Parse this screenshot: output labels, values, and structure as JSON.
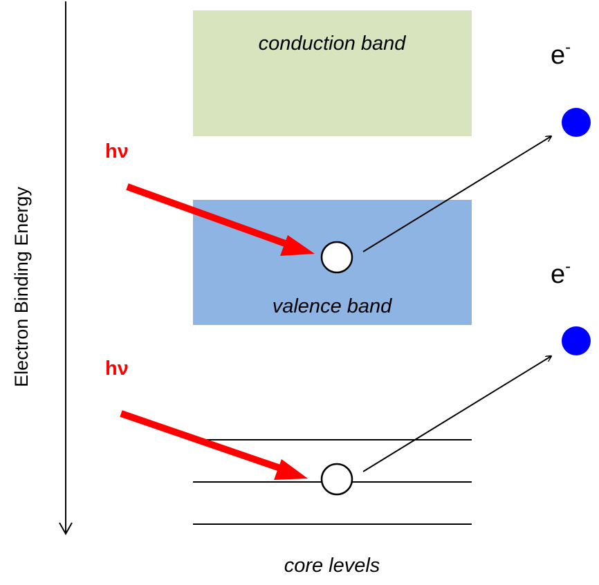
{
  "axis": {
    "label": "Electron Binding Energy"
  },
  "bands": {
    "conduction": {
      "label": "conduction band",
      "color": "#d7e4bd"
    },
    "valence": {
      "label": "valence band",
      "color": "#8eb4e3"
    }
  },
  "core": {
    "label": "core levels"
  },
  "photons": [
    {
      "label": "hν",
      "color": "#ff0000"
    },
    {
      "label": "hν",
      "color": "#ff0000"
    }
  ],
  "electrons": [
    {
      "label": "e",
      "superscript": "-",
      "color": "#0000ff"
    },
    {
      "label": "e",
      "superscript": "-",
      "color": "#0000ff"
    }
  ]
}
